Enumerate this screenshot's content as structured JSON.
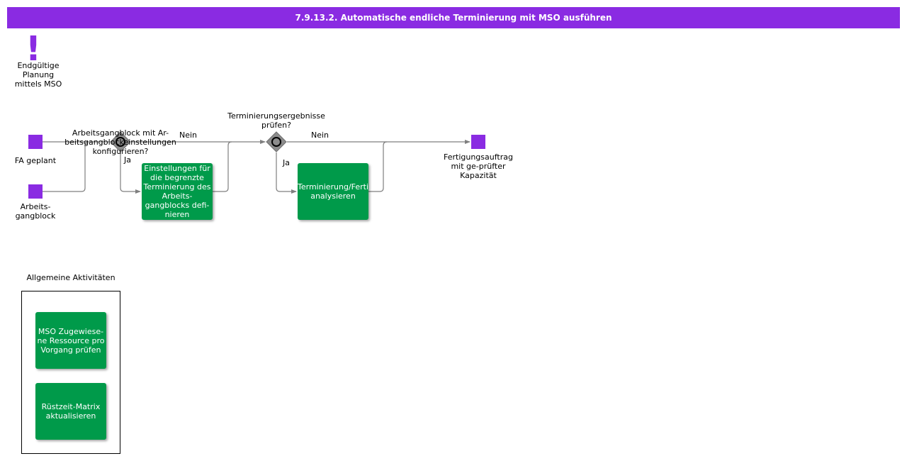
{
  "title": "7.9.13.2. Automatische endliche Terminierung mit MSO ausführen",
  "colors": {
    "accent": "#8a2be2",
    "event": "#8a2be2",
    "task": "#009a4a",
    "gateway": "#8c8c8c",
    "line": "#7f7f7f"
  },
  "trigger": {
    "icon": "exclamation-icon",
    "label": "Endgültige Planung mittels MSO"
  },
  "events": {
    "fa_geplant": "FA geplant",
    "arbeitsgangblock": "Arbeits-gangblock",
    "end": "Fertigungsauftrag mit ge-prüfter Kapazität"
  },
  "gateways": {
    "g1": "Arbeitsgangblock mit Ar-beitsgangblockeinstellungen konfigurieren?",
    "g2": "Terminierungsergebnisse prüfen?"
  },
  "edge_labels": {
    "g1_nein": "Nein",
    "g1_ja": "Ja",
    "g2_nein": "Nein",
    "g2_ja": "Ja"
  },
  "tasks": {
    "t1": "Einstellungen für die begrenzte Terminierung des Arbeits-gangblocks defi-nieren",
    "t2": "Terminierung/Fertigungsauftrag analysieren"
  },
  "group": {
    "title": "Allgemeine Aktivitäten",
    "tasks": [
      "MSO Zugewiese-ne Ressource pro Vorgang prüfen",
      "Rüstzeit-Matrix aktualisieren"
    ]
  }
}
